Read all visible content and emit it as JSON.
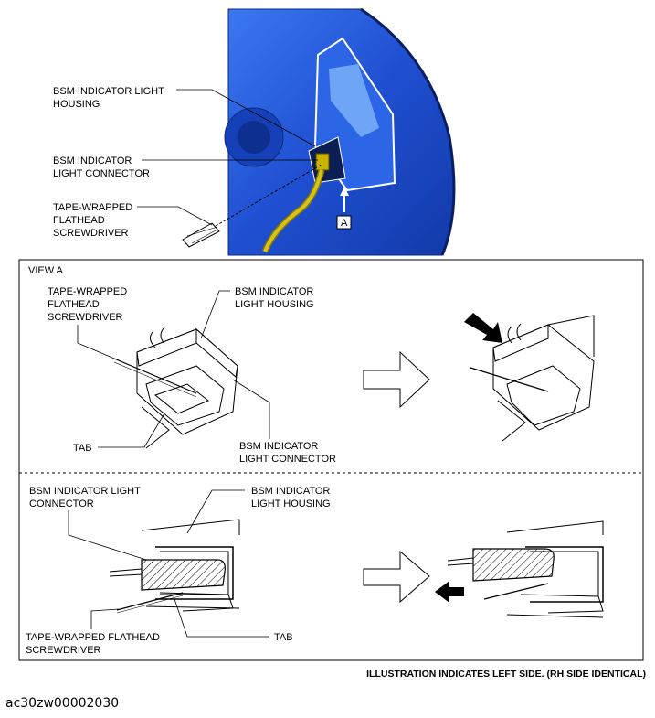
{
  "top": {
    "housing_label": [
      "BSM INDICATOR LIGHT",
      "HOUSING"
    ],
    "connector_label": [
      "BSM INDICATOR",
      "LIGHT CONNECTOR"
    ],
    "screwdriver_label": [
      "TAPE-WRAPPED",
      "FLATHEAD",
      "SCREWDRIVER"
    ],
    "view_marker": "A"
  },
  "view_a": {
    "title": "VIEW A",
    "upper": {
      "screwdriver_label": [
        "TAPE-WRAPPED",
        "FLATHEAD",
        "SCREWDRIVER"
      ],
      "housing_label": [
        "BSM INDICATOR",
        "LIGHT HOUSING"
      ],
      "tab_label": "TAB",
      "connector_label": [
        "BSM INDICATOR",
        "LIGHT CONNECTOR"
      ]
    },
    "lower": {
      "connector_label": [
        "BSM INDICATOR LIGHT",
        "CONNECTOR"
      ],
      "housing_label": [
        "BSM INDICATOR",
        "LIGHT HOUSING"
      ],
      "screwdriver_label": [
        "TAPE-WRAPPED FLATHEAD",
        "SCREWDRIVER"
      ],
      "tab_label": "TAB"
    }
  },
  "note": "ILLUSTRATION INDICATES LEFT SIDE. (RH SIDE IDENTICAL)",
  "figure_code": "ac30zw00002030",
  "colors": {
    "panel_blue": "#1f4fd1",
    "panel_light": "#5f97f2",
    "cable": "#c8b400"
  }
}
